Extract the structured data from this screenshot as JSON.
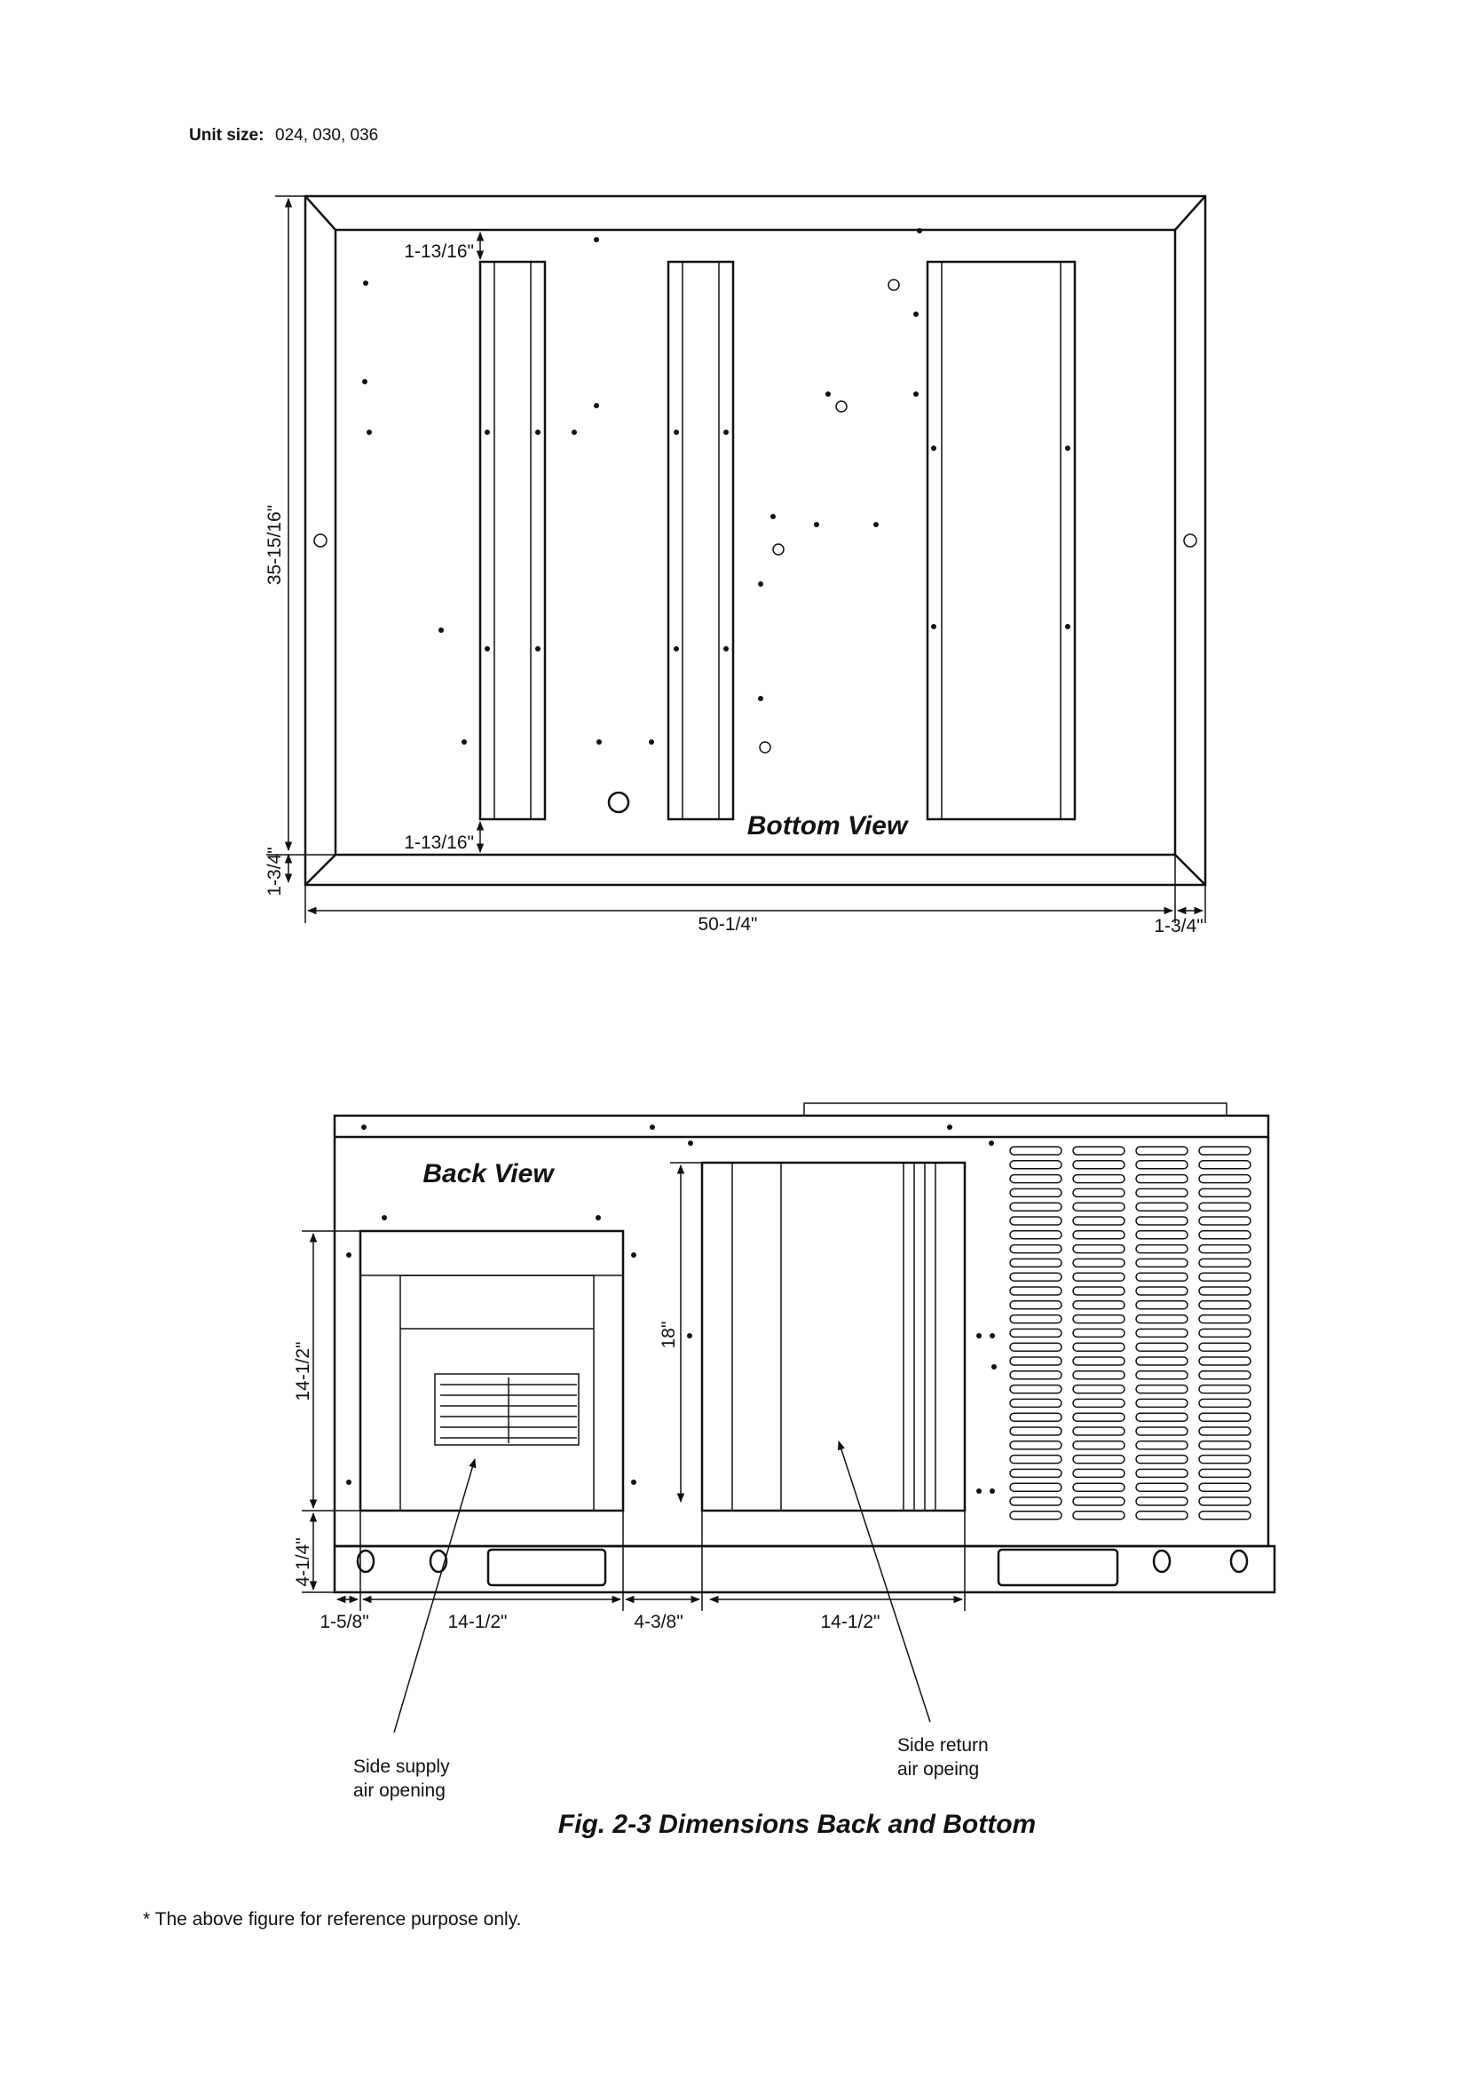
{
  "header": {
    "unit_size_label": "Unit size:",
    "unit_size_values": "024, 030, 036"
  },
  "bottom_view": {
    "title": "Bottom View",
    "dims": {
      "height": "35-15/16\"",
      "top_offset": "1-13/16\"",
      "bottom_offset": "1-13/16\"",
      "flange_left": "1-3/4\"",
      "width": "50-1/4\"",
      "flange_right": "1-3/4\""
    }
  },
  "back_view": {
    "title": "Back View",
    "dims": {
      "supply_height": "14-1/2\"",
      "base_height": "4-1/4\"",
      "return_height": "18\"",
      "left_offset": "1-5/8\"",
      "supply_width": "14-1/2\"",
      "gap": "4-3/8\"",
      "return_width": "14-1/2\""
    },
    "callouts": {
      "supply_line1": "Side supply",
      "supply_line2": "air opening",
      "return_line1": "Side return",
      "return_line2": "air opeing"
    }
  },
  "caption": "Fig. 2-3 Dimensions  Back and Bottom",
  "footnote": "* The above figure for reference purpose only."
}
